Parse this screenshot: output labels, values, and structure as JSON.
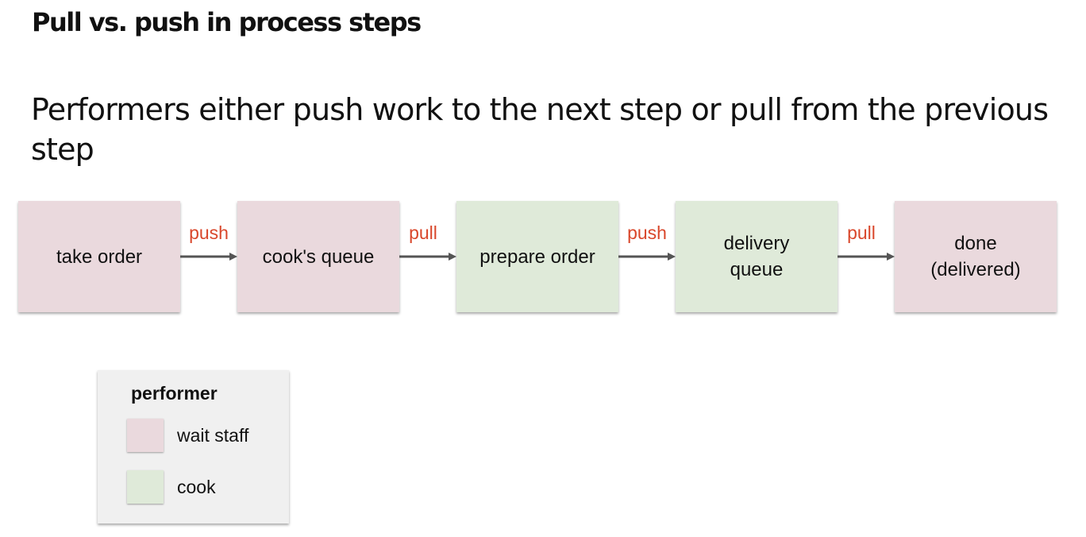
{
  "title": "Pull vs. push in process steps",
  "subtitle": "Performers either push work to the next step or pull from the previous step",
  "colors": {
    "wait_staff": "#ead9dd",
    "cook": "#dfead9",
    "connector_text": "#d9472b",
    "arrow": "#555555"
  },
  "steps": [
    {
      "label": "take order",
      "performer": "wait staff"
    },
    {
      "label": "cook's queue",
      "performer": "wait staff"
    },
    {
      "label": "prepare order",
      "performer": "cook"
    },
    {
      "label": "delivery\nqueue",
      "performer": "cook"
    },
    {
      "label": "done\n(delivered)",
      "performer": "wait staff"
    }
  ],
  "connectors": [
    {
      "label": "push"
    },
    {
      "label": "pull"
    },
    {
      "label": "push"
    },
    {
      "label": "pull"
    }
  ],
  "legend": {
    "title": "performer",
    "items": [
      {
        "label": "wait staff"
      },
      {
        "label": "cook"
      }
    ]
  }
}
